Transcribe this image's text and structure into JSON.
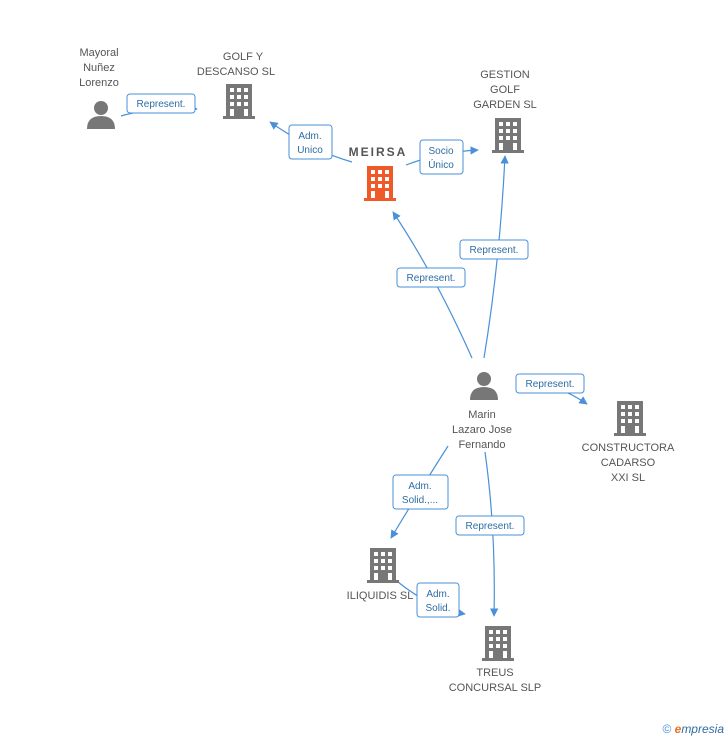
{
  "nodes": {
    "mayoral": {
      "lines": [
        "Mayoral",
        "Nuñez",
        "Lorenzo"
      ],
      "type": "person"
    },
    "golf_descanso": {
      "lines": [
        "GOLF Y",
        "DESCANSO SL"
      ],
      "type": "company"
    },
    "gestion_golf": {
      "lines": [
        "GESTION",
        "GOLF",
        "GARDEN SL"
      ],
      "type": "company"
    },
    "meirsa": {
      "lines": [
        "MEIRSA"
      ],
      "type": "company-main"
    },
    "marin": {
      "lines": [
        "Marin",
        "Lazaro Jose",
        "Fernando"
      ],
      "type": "person"
    },
    "constructora": {
      "lines": [
        "CONSTRUCTORA",
        "CADARSO",
        "XXI SL"
      ],
      "type": "company"
    },
    "iliquidis": {
      "lines": [
        "ILIQUIDIS SL"
      ],
      "type": "company"
    },
    "treus": {
      "lines": [
        "TREUS",
        "CONCURSAL  SLP"
      ],
      "type": "company"
    }
  },
  "edges": [
    {
      "from": "mayoral",
      "to": "golf_descanso",
      "label": [
        "Represent."
      ]
    },
    {
      "from": "meirsa",
      "to": "golf_descanso",
      "label": [
        "Adm.",
        "Unico"
      ]
    },
    {
      "from": "meirsa",
      "to": "gestion_golf",
      "label": [
        "Socio",
        "Único"
      ]
    },
    {
      "from": "marin",
      "to": "meirsa",
      "label": [
        "Represent."
      ]
    },
    {
      "from": "marin",
      "to": "gestion_golf",
      "label": [
        "Represent."
      ]
    },
    {
      "from": "marin",
      "to": "constructora",
      "label": [
        "Represent."
      ]
    },
    {
      "from": "marin",
      "to": "iliquidis",
      "label": [
        "Adm.",
        "Solid.,..."
      ]
    },
    {
      "from": "marin",
      "to": "treus",
      "label": [
        "Represent."
      ]
    },
    {
      "from": "iliquidis",
      "to": "treus",
      "label": [
        "Adm.",
        "Solid."
      ]
    }
  ],
  "colors": {
    "edge": "#4a90d9",
    "company": "#777777",
    "main_company": "#f05a28",
    "person": "#777777"
  },
  "footer": {
    "copyright": "©",
    "brand_first": "e",
    "brand_rest": "mpresia"
  }
}
